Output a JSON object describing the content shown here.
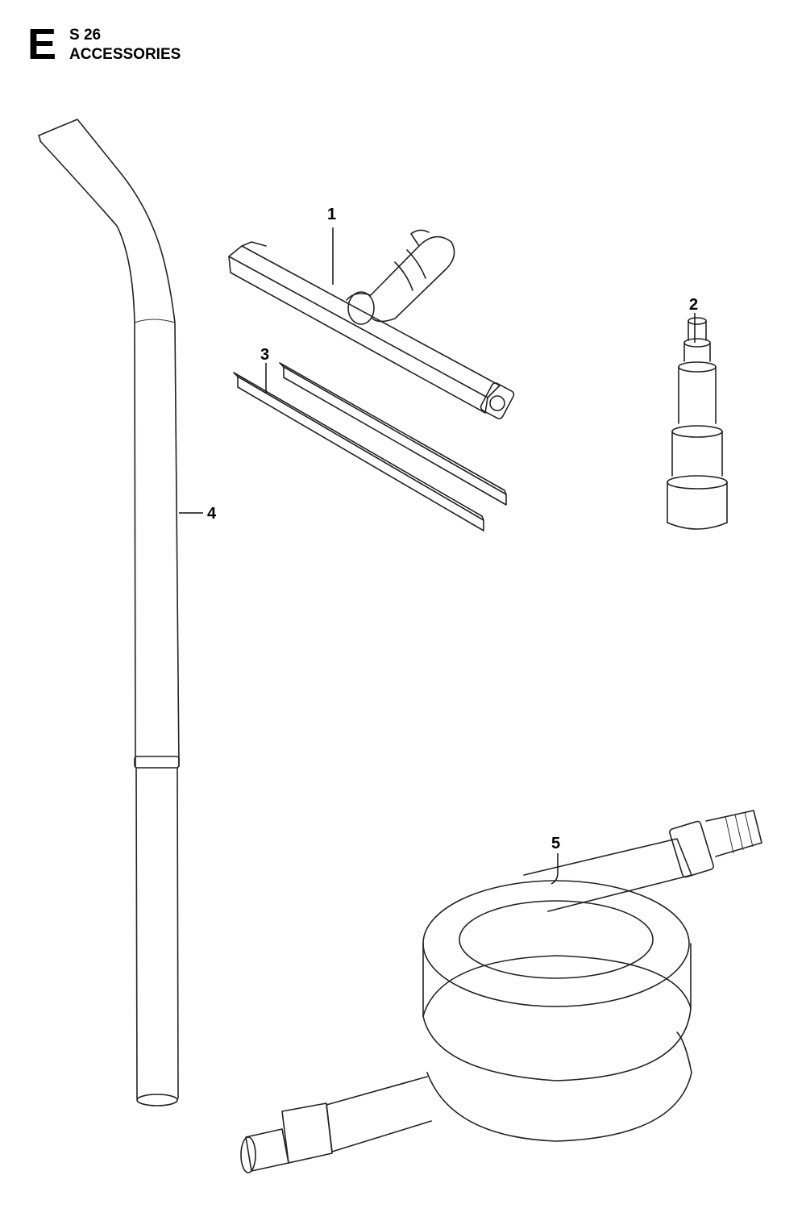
{
  "header": {
    "section_letter": "E",
    "model": "S 26",
    "title": "ACCESSORIES"
  },
  "callouts": [
    {
      "id": 1,
      "label": "1"
    },
    {
      "id": 2,
      "label": "2"
    },
    {
      "id": 3,
      "label": "3"
    },
    {
      "id": 4,
      "label": "4"
    },
    {
      "id": 5,
      "label": "5"
    }
  ]
}
